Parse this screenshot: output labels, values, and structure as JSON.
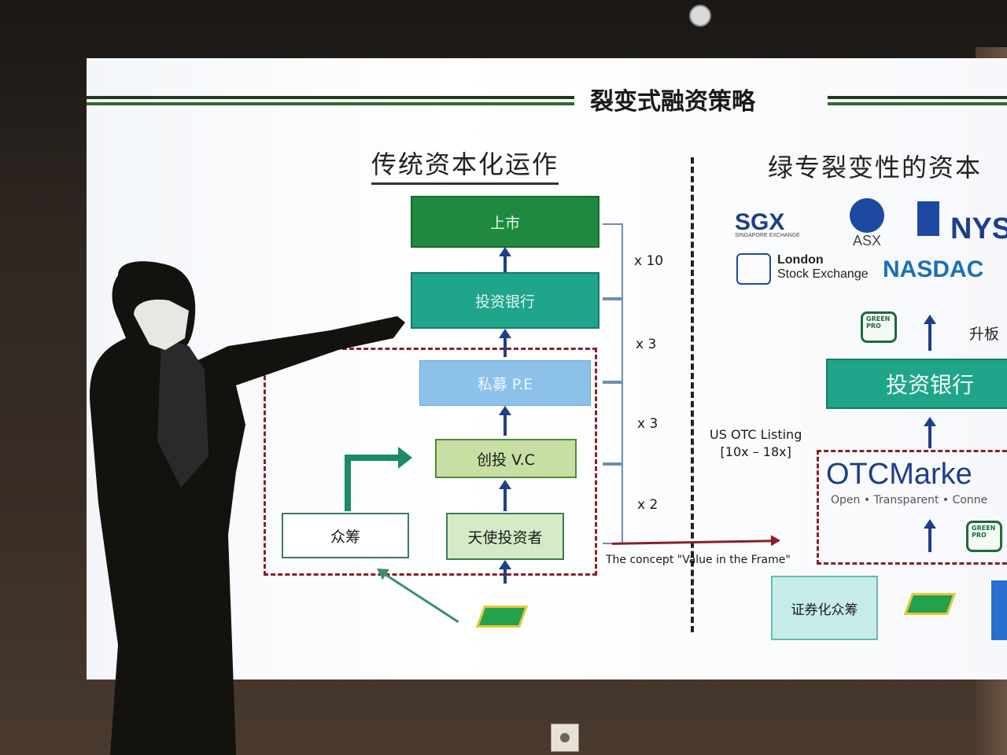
{
  "slide": {
    "title": "裂变式融资策略",
    "left_section_title": "传统资本化运作",
    "right_section_title": "绿专裂变性的资本",
    "left_flow": {
      "listing": "上市",
      "investment_bank": "投资银行",
      "private_equity": "私募 P.E",
      "venture_capital": "创投 V.C",
      "crowdfunding": "众筹",
      "angel_investors": "天使投资者"
    },
    "multipliers": [
      "x 10",
      "x 3",
      "x 3",
      "x 2"
    ],
    "concept_text": "The concept \"Value in the Frame\"",
    "right_flow": {
      "us_otc_line1": "US OTC Listing",
      "us_otc_line2": "[10x – 18x]",
      "upboard": "升板",
      "investment_bank": "投资银行",
      "otc_logo": "OTCMarke",
      "otc_tagline": "Open • Transparent • Conne",
      "securitized_crowdfunding": "证券化众筹"
    },
    "exchange_logos": {
      "sgx": "SGX",
      "sgx_sub": "SINGAPORE EXCHANGE",
      "asx": "ASX",
      "nyse": "NYS",
      "lse_line1": "London",
      "lse_line2": "Stock Exchange",
      "nasdaq": "NASDAC"
    },
    "badge_text": "GREEN PRO"
  },
  "colors": {
    "listing": "#1f8a3f",
    "investment_bank": "#1fa58a",
    "private_equity": "#8cc2ea",
    "frame_dashed": "#8a1f2a",
    "arrow": "#1f3f8a"
  }
}
